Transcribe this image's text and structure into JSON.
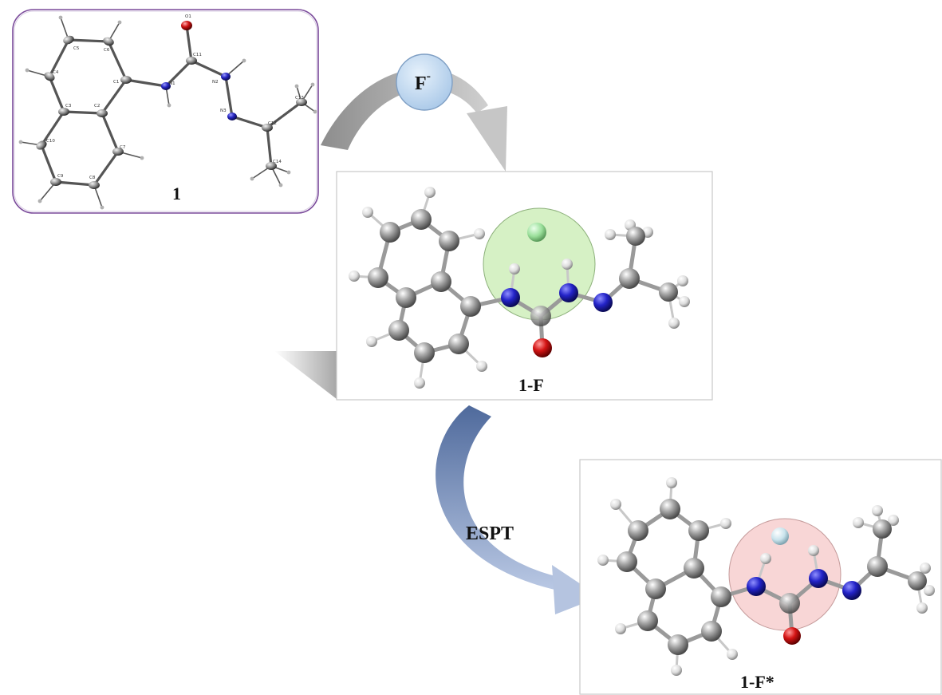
{
  "labels": {
    "compound": "1",
    "complex": "1-F",
    "excited": "1-F*",
    "ion_main": "F",
    "ion_charge": "-",
    "process": "ESPT"
  },
  "atom_labels": {
    "O": "O1",
    "C11": "C11",
    "N1": "N1",
    "N2": "N2",
    "N3": "N3",
    "C1": "C1",
    "C2": "C2",
    "C3": "C3",
    "C4": "C4",
    "C5": "C5",
    "C6": "C6",
    "C7": "C7",
    "C8": "C8",
    "C9": "C9",
    "C10": "C10",
    "C12": "C12",
    "C13": "C13",
    "C14": "C14"
  },
  "colors": {
    "carbon": "#8a8a8a",
    "nitrogen": "#2323c8",
    "oxygen": "#d41414",
    "hydrogen": "#e6e6e6",
    "fluorine": "#9adf9a",
    "green_highlight": "#cfeebb",
    "pink_highlight": "#f7d2d2",
    "ion_bubble": "#bcd6f0",
    "frame_border": "#7a4a9a",
    "arrow_gray": "#9c9c9c",
    "arrow_blue": "#6f86b3"
  }
}
